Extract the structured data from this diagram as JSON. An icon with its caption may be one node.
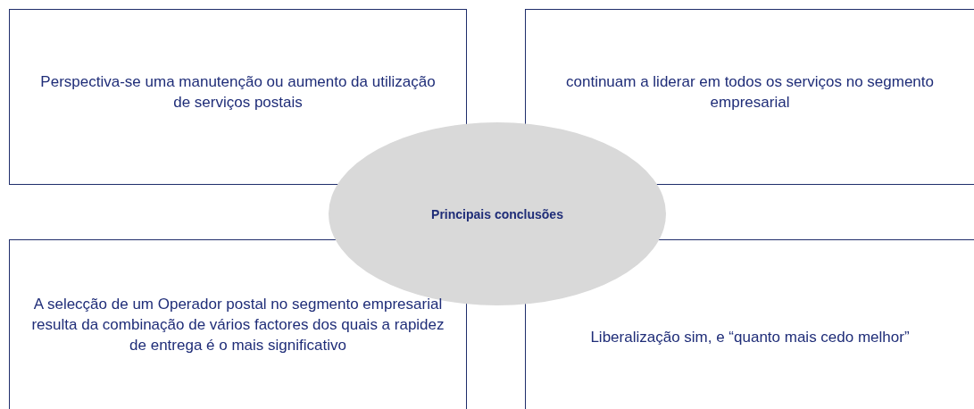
{
  "diagram": {
    "nodes": [
      {
        "text": [
          "Perspectiva-se uma manutenção ou aumento da utilização de serviços postais"
        ]
      },
      {
        "text": [
          "continuam a liderar em todos os serviços no segmento empresarial"
        ]
      },
      {
        "text": [
          "Principais conclusões"
        ]
      },
      {
        "text": [
          "A selecção de um Operador postal no segmento empresarial resulta da combinação de vários factores dos quais a rapidez de entrega é o mais significativo"
        ]
      },
      {
        "text": [
          "Liberalização sim, e “quanto mais cedo melhor”"
        ]
      }
    ]
  }
}
